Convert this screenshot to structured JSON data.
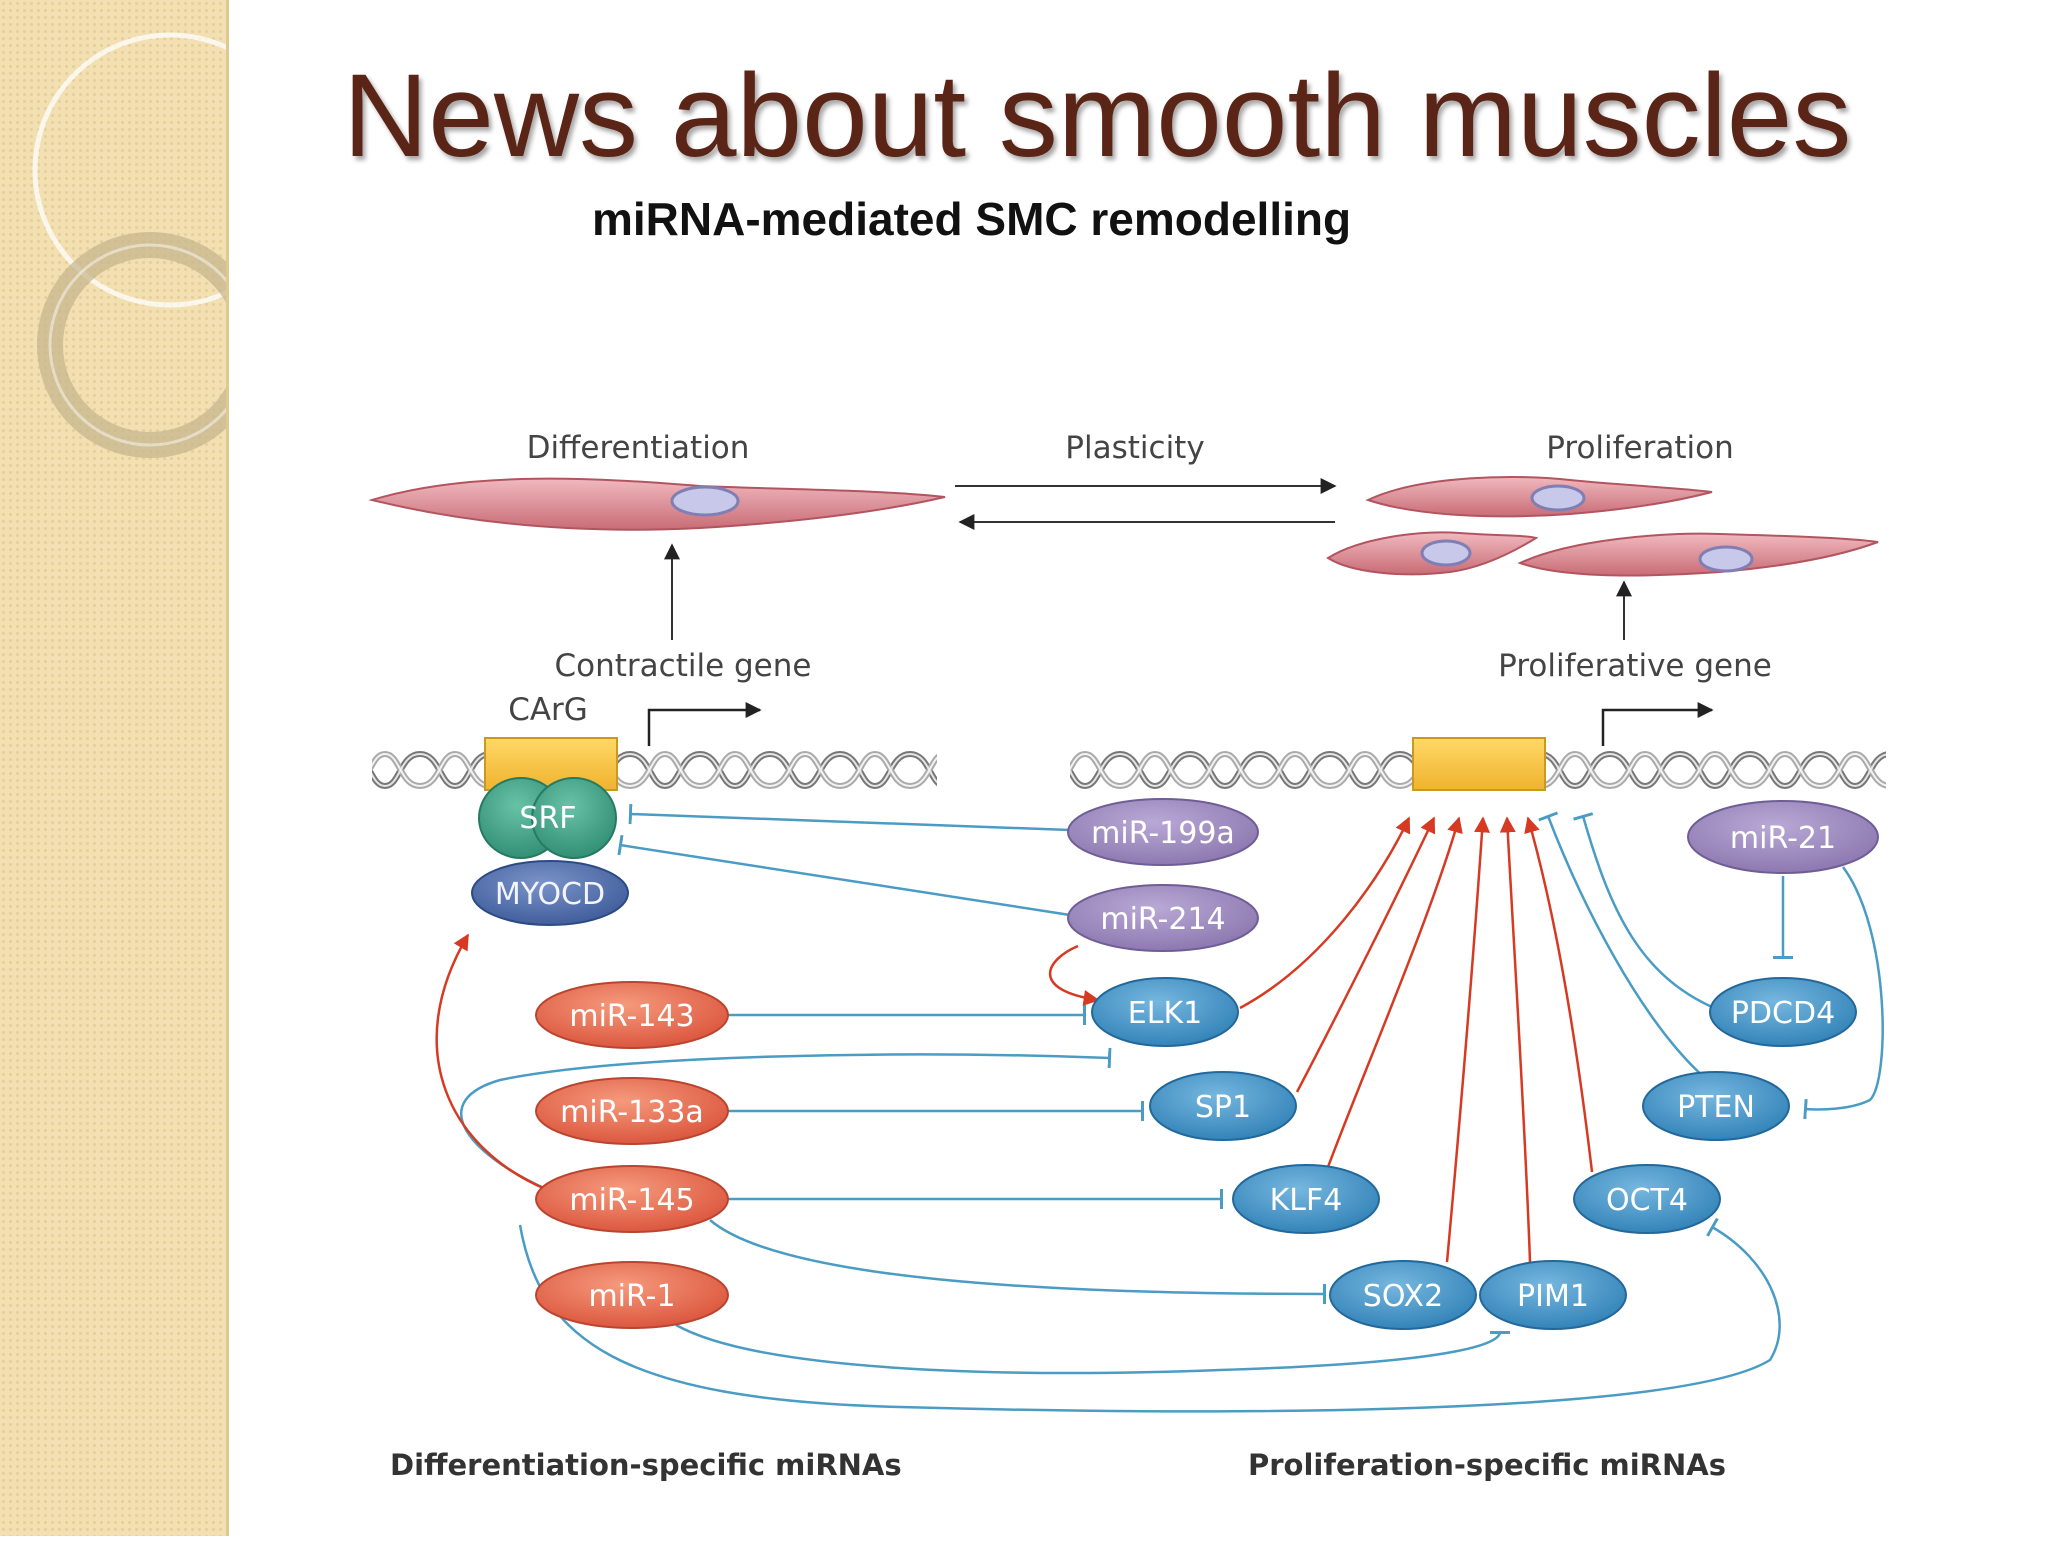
{
  "slide": {
    "title": "News about smooth muscles",
    "subtitle": "miRNA-mediated SMC remodelling"
  },
  "diagram": {
    "top_labels": {
      "differentiation": "Differentiation",
      "plasticity": "Plasticity",
      "proliferation": "Proliferation"
    },
    "gene_labels": {
      "contractile": "Contractile gene",
      "proliferative": "Proliferative gene",
      "carg": "CArG"
    },
    "bottom_labels": {
      "differentiation_mirnas": "Differentiation-specific miRNAs",
      "proliferation_mirnas": "Proliferation-specific miRNAs"
    },
    "nodes": {
      "srf": "SRF",
      "myocd": "MYOCD",
      "mir199a": "miR-199a",
      "mir214": "miR-214",
      "mir21": "miR-21",
      "mir143": "miR-143",
      "mir133a": "miR-133a",
      "mir145": "miR-145",
      "mir1": "miR-1",
      "elk1": "ELK1",
      "sp1": "SP1",
      "klf4": "KLF4",
      "sox2": "SOX2",
      "pim1": "PIM1",
      "oct4": "OCT4",
      "pdcd4": "PDCD4",
      "pten": "PTEN"
    },
    "colors": {
      "title": "#5a2416",
      "orange_mirna": "#e8684a",
      "purple_mirna": "#9a86bb",
      "blue_target": "#3f90c4",
      "myocd": "#4d6aa6",
      "srf": "#3d9e84",
      "promoter": "#f4c44a",
      "inhibit_line": "#4a9cc4",
      "activate_line": "#d63a22",
      "cell": "#d8848c"
    }
  }
}
